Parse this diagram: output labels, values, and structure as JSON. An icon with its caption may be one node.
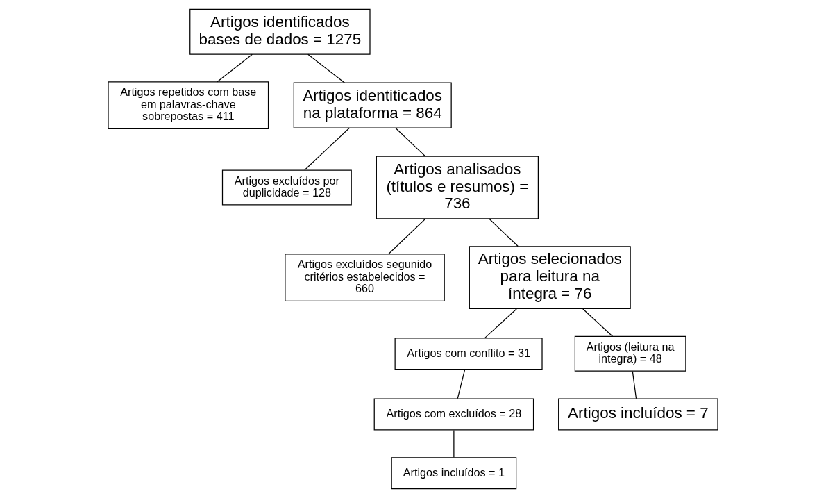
{
  "diagram": {
    "nodes": [
      {
        "text": [
          "Artigos identificados bases de dados = 1275"
        ]
      },
      {
        "text": [
          "Artigos repetidos com base em palavras-chave sobrepostas = 411"
        ]
      },
      {
        "text": [
          "Artigos identiticados na plataforma = 864"
        ]
      },
      {
        "text": [
          "Artigos excluídos por duplicidade = 128"
        ]
      },
      {
        "text": [
          "Artigos analisados (títulos e resumos) = 736"
        ]
      },
      {
        "text": [
          "Artigos com conflito = 31"
        ]
      },
      {
        "text": [
          "Artigos com excluídos = 28"
        ]
      },
      {
        "text": [
          "Artigos excluídos segunido critérios estabelecidos = 660"
        ]
      },
      {
        "text": [
          "Artigos selecionados para leitura na íntegra = 76"
        ]
      },
      {
        "text": [
          "Artigos incluídos = 1"
        ]
      },
      {
        "text": [
          "Artigos (leitura na integra) = 48"
        ]
      },
      {
        "text": [
          "Artigos incluídos = 7"
        ]
      }
    ],
    "edges": [
      {
        "from": 0,
        "to": 1,
        "arrow": "none"
      },
      {
        "from": 0,
        "to": 2,
        "arrow": "none"
      },
      {
        "from": 2,
        "to": 3,
        "arrow": "none"
      },
      {
        "from": 2,
        "to": 4,
        "arrow": "none"
      },
      {
        "from": 4,
        "to": 7,
        "arrow": "none"
      },
      {
        "from": 4,
        "to": 8,
        "arrow": "none"
      },
      {
        "from": 8,
        "to": 5,
        "arrow": "none"
      },
      {
        "from": 5,
        "to": 6,
        "arrow": "none"
      },
      {
        "from": 6,
        "to": 9,
        "arrow": "none"
      },
      {
        "from": 8,
        "to": 10,
        "arrow": "none"
      },
      {
        "from": 10,
        "to": 11,
        "arrow": "none"
      }
    ]
  }
}
